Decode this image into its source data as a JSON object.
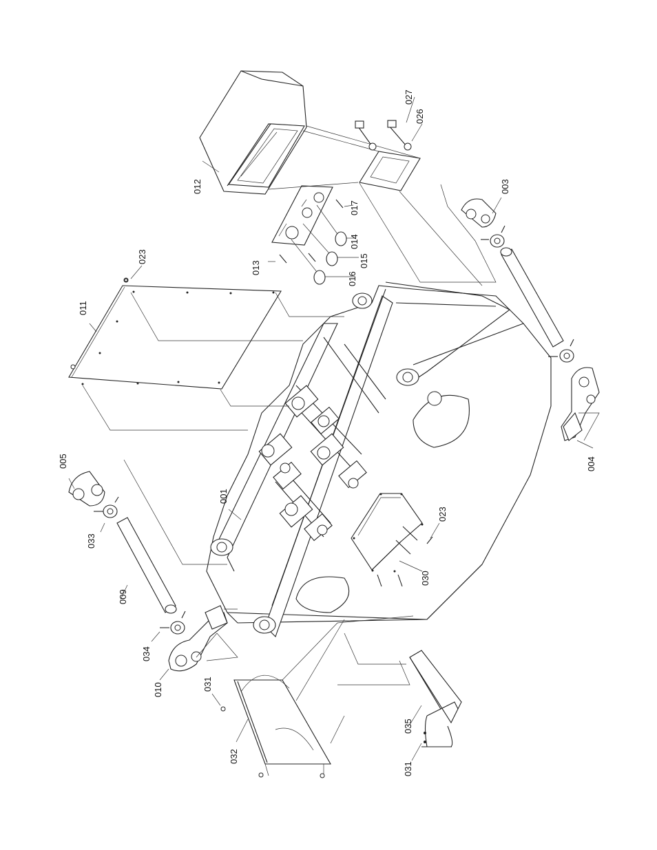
{
  "parts": [
    {
      "id": "012",
      "label": "012"
    },
    {
      "id": "027",
      "label": "027"
    },
    {
      "id": "026",
      "label": "026"
    },
    {
      "id": "003",
      "label": "003"
    },
    {
      "id": "017",
      "label": "017"
    },
    {
      "id": "014",
      "label": "014"
    },
    {
      "id": "015",
      "label": "015"
    },
    {
      "id": "016",
      "label": "016"
    },
    {
      "id": "013",
      "label": "013"
    },
    {
      "id": "023-top",
      "label": "023"
    },
    {
      "id": "011",
      "label": "011"
    },
    {
      "id": "004",
      "label": "004"
    },
    {
      "id": "005",
      "label": "005"
    },
    {
      "id": "001",
      "label": "001"
    },
    {
      "id": "033",
      "label": "033"
    },
    {
      "id": "023-mid",
      "label": "023"
    },
    {
      "id": "030",
      "label": "030"
    },
    {
      "id": "009",
      "label": "009"
    },
    {
      "id": "034",
      "label": "034"
    },
    {
      "id": "010",
      "label": "010"
    },
    {
      "id": "031-left",
      "label": "031"
    },
    {
      "id": "032",
      "label": "032"
    },
    {
      "id": "035",
      "label": "035"
    },
    {
      "id": "031-bottom",
      "label": "031"
    }
  ]
}
